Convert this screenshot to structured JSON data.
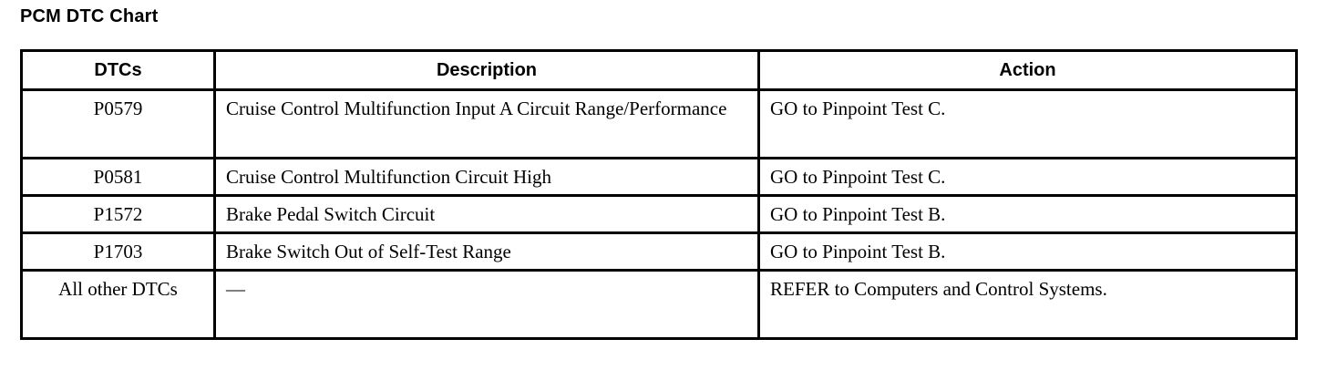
{
  "page": {
    "title": "PCM DTC Chart"
  },
  "table": {
    "headers": [
      {
        "label": "DTCs"
      },
      {
        "label": "Description"
      },
      {
        "label": "Action"
      }
    ],
    "rows": [
      {
        "dtc": "P0579",
        "description": "Cruise Control Multifunction Input A Circuit Range/Performance",
        "action": "GO to Pinpoint Test C."
      },
      {
        "dtc": "P0581",
        "description": "Cruise Control Multifunction Circuit High",
        "action": "GO to Pinpoint Test C."
      },
      {
        "dtc": "P1572",
        "description": "Brake Pedal Switch Circuit",
        "action": "GO to Pinpoint Test B."
      },
      {
        "dtc": "P1703",
        "description": "Brake Switch Out of Self-Test Range",
        "action": "GO to Pinpoint Test B."
      },
      {
        "dtc": "All other DTCs",
        "description": "—",
        "action": "REFER to Computers and Control Systems."
      }
    ]
  },
  "colors": {
    "text": "#000000",
    "border": "#000000",
    "background": "#ffffff"
  }
}
